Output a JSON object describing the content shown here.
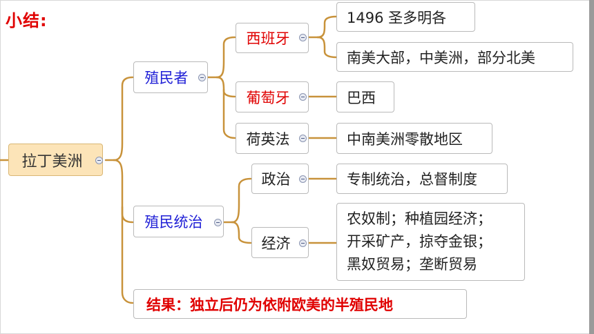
{
  "heading": "小结:",
  "root": "拉丁美洲",
  "branches": {
    "colonizers": {
      "label": "殖民者",
      "spain": {
        "label": "西班牙",
        "detail_1": "1496  圣多明各",
        "detail_2": "南美大部，中美洲，部分北美"
      },
      "portugal": {
        "label": "葡萄牙",
        "detail": "巴西"
      },
      "others": {
        "label": "荷英法",
        "detail": "中南美洲零散地区"
      }
    },
    "rule": {
      "label": "殖民统治",
      "politics": {
        "label": "政治",
        "detail": "专制统治，总督制度"
      },
      "economy": {
        "label": "经济",
        "line_1": "农奴制；种植园经济；",
        "line_2": "开采矿产，掠夺金银；",
        "line_3": "黑奴贸易；垄断贸易"
      }
    },
    "result": "结果：独立后仍为依附欧美的半殖民地"
  },
  "colors": {
    "connector": "#c8923a",
    "heading_red": "#e00000",
    "branch_blue": "#1f1fd6",
    "root_fill": "#fce4b8"
  }
}
